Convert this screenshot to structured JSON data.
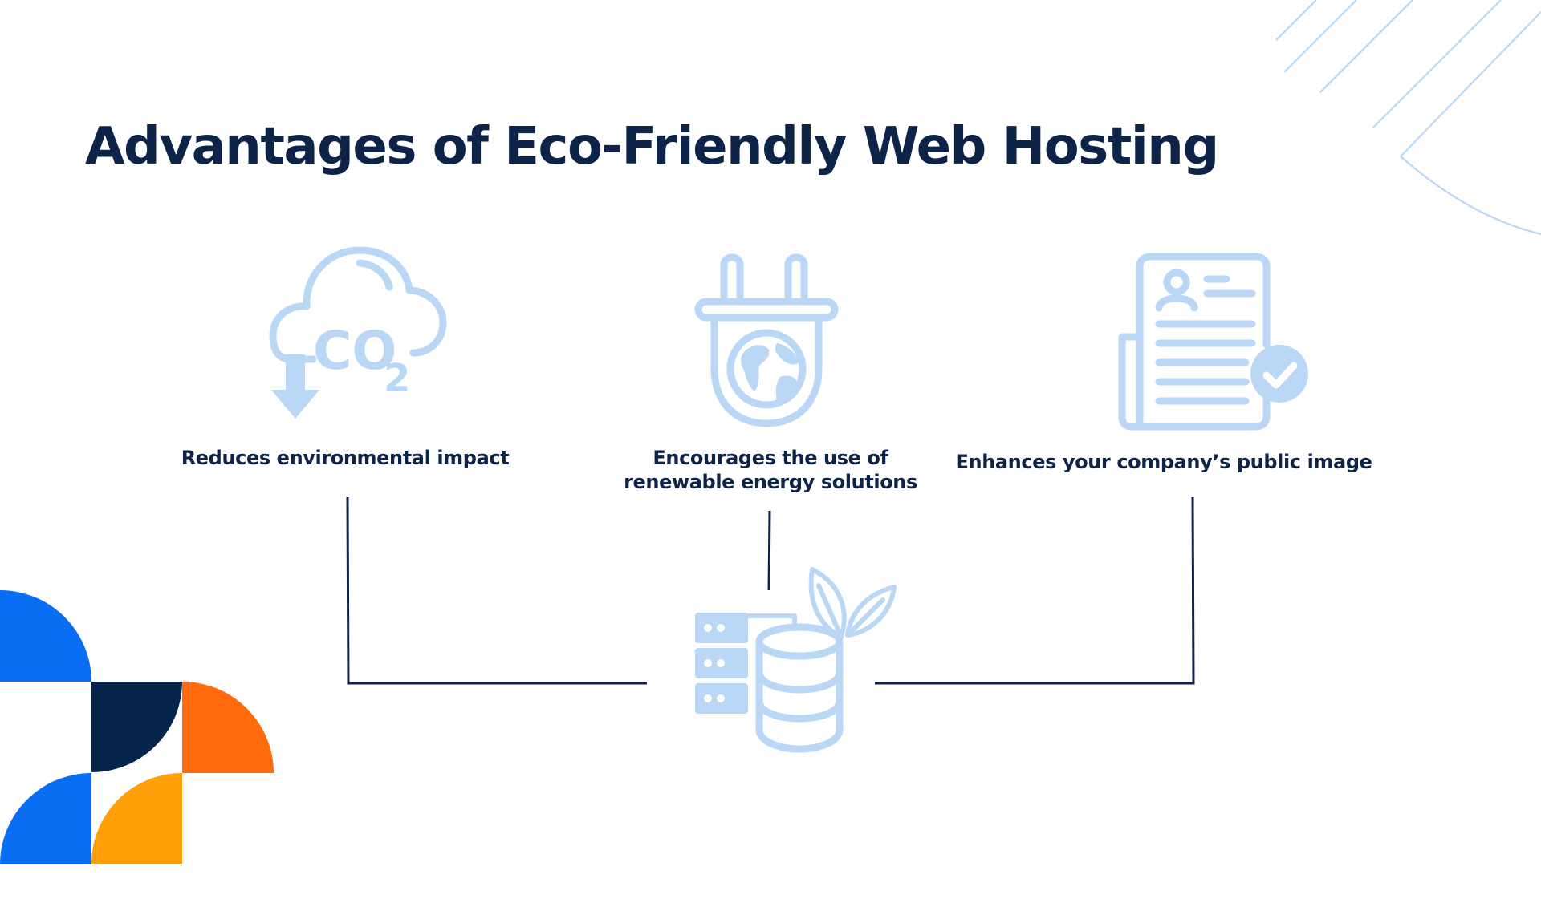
{
  "slide": {
    "title": "Advantages of Eco-Friendly Web Hosting"
  },
  "advantages": [
    {
      "icon": "co2-reduction-icon",
      "lines": [
        "Reduces environmental impact"
      ]
    },
    {
      "icon": "eco-plug-icon",
      "lines": [
        "Encourages the use of",
        "renewable energy solutions"
      ]
    },
    {
      "icon": "certified-document-icon",
      "lines": [
        "Enhances your company’s public image"
      ]
    }
  ],
  "center": {
    "icon": "green-server-database-icon"
  },
  "colors": {
    "title": "#0d2347",
    "icon": "#bad7f5",
    "connector": "#0d2347",
    "accent_blue": "#0a6ef5",
    "accent_navy": "#04244a",
    "accent_orange": "#ff6a0d",
    "accent_yellow": "#ffa00a"
  }
}
